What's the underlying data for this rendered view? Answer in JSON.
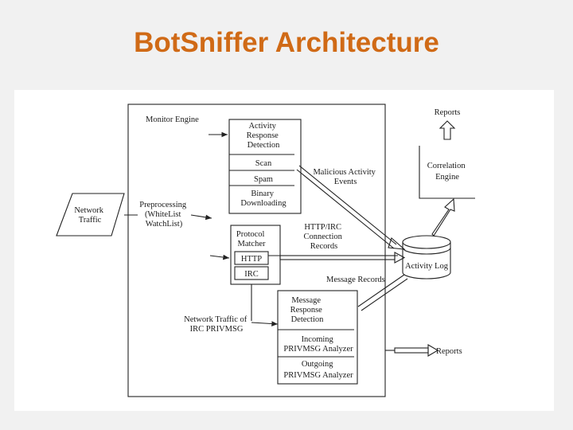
{
  "title": "BotSniffer Architecture",
  "diagram": {
    "monitor_engine": "Monitor Engine",
    "network_traffic": [
      "Network",
      "Traffic"
    ],
    "preprocessing": [
      "Preprocessing",
      "(WhiteList",
      "WatchList)"
    ],
    "activity_response_detection": [
      "Activity",
      "Response",
      "Detection"
    ],
    "scan": "Scan",
    "spam": "Spam",
    "binary_downloading": [
      "Binary",
      "Downloading"
    ],
    "malicious_activity_events": [
      "Malicious Activity",
      "Events"
    ],
    "protocol_matcher": [
      "Protocol",
      "Matcher"
    ],
    "http": "HTTP",
    "irc": "IRC",
    "connection_records": [
      "HTTP/IRC",
      "Connection",
      "Records"
    ],
    "message_records": "Message Records",
    "activity_log": "Activity Log",
    "correlation_engine": [
      "Correlation",
      "Engine"
    ],
    "reports_top": "Reports",
    "reports_right": "Reports",
    "irc_privmsg_traffic": [
      "Network Traffic of",
      "IRC PRIVMSG"
    ],
    "message_response_detection": [
      "Message",
      "Response",
      "Detection"
    ],
    "incoming_analyzer": [
      "Incoming",
      "PRIVMSG Analyzer"
    ],
    "outgoing_analyzer": [
      "Outgoing",
      "PRIVMSG Analyzer"
    ]
  }
}
